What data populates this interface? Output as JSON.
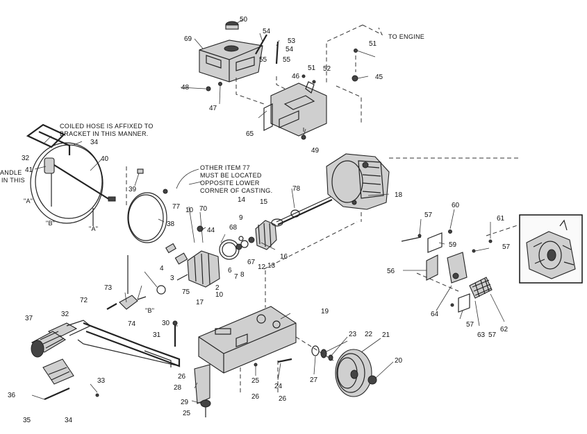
{
  "notes": {
    "to_engine": "TO ENGINE",
    "coiled_hose_1": "COILED HOSE IS AFFIXED TO",
    "coiled_hose_2": "BRACKET IN THIS MANNER.",
    "handle_1": "ANDLE",
    "handle_2": "IN THIS",
    "other_item_1": "OTHER ITEM 77",
    "other_item_2": "MUST BE LOCATED",
    "other_item_3": "OPPOSITE LOWER",
    "other_item_4": "CORNER OF CASTING."
  },
  "markers": {
    "a_left": "\"A\"",
    "b_left": "\"B\"",
    "a_bottom": "\"A\"",
    "b_right": "\"B\""
  },
  "labels": {
    "p50": "50",
    "p54a": "54",
    "p53": "53",
    "p54b": "54",
    "p55a": "55",
    "p55b": "55",
    "p69": "69",
    "p51a": "51",
    "p51b": "51",
    "p52": "52",
    "p46": "46",
    "p45": "45",
    "p48": "48",
    "p47": "47",
    "p65": "65",
    "p49": "49",
    "p32a": "32",
    "p34a": "34",
    "p41": "41",
    "p40": "40",
    "p39": "39",
    "p38": "38",
    "p77": "77",
    "p10a": "10",
    "p70": "70",
    "p44": "44",
    "p14": "14",
    "p15": "15",
    "p78": "78",
    "p18": "18",
    "p9": "9",
    "p68": "68",
    "p67": "67",
    "p6": "6",
    "p7": "7",
    "p8": "8",
    "p12": "12",
    "p13": "13",
    "p16": "16",
    "p4": "4",
    "p3": "3",
    "p2": "2",
    "p10b": "10",
    "p17": "17",
    "p75": "75",
    "p73": "73",
    "p72": "72",
    "p74": "74",
    "p37": "37",
    "p32b": "32",
    "p30": "30",
    "p31": "31",
    "p19": "19",
    "p23": "23",
    "p22": "22",
    "p21": "21",
    "p20": "20",
    "p27": "27",
    "p24": "24",
    "p25a": "25",
    "p26a": "26",
    "p26b": "26",
    "p26c": "26",
    "p28": "28",
    "p29": "29",
    "p25b": "25",
    "p33": "33",
    "p36": "36",
    "p35": "35",
    "p34b": "34",
    "p57a": "57",
    "p60": "60",
    "p61": "61",
    "p59": "59",
    "p57b": "57",
    "p56": "56",
    "p64": "64",
    "p57c": "57",
    "p63": "63",
    "p57d": "57",
    "p62": "62"
  }
}
